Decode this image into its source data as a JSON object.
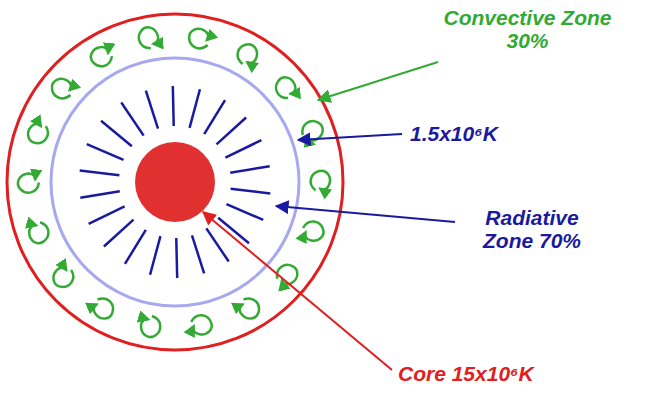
{
  "diagram": {
    "labels": [
      "Convective Zone 30%",
      "1.5x10⁶K",
      "Radiative Zone 70%",
      "Core 15x10⁶K"
    ]
  }
}
